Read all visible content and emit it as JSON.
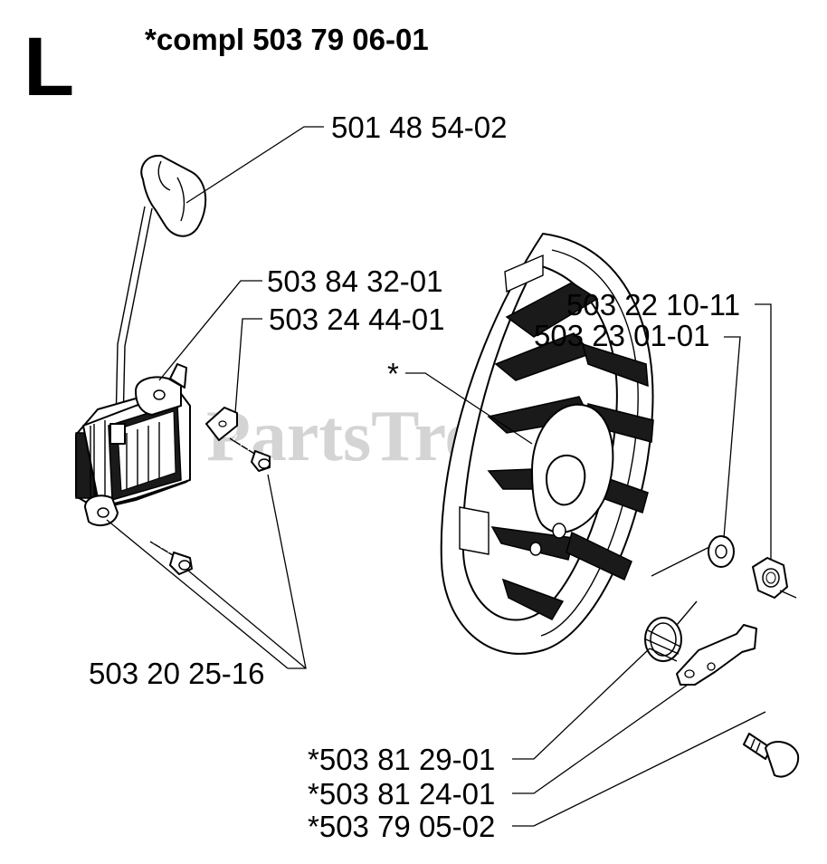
{
  "section_letter": "L",
  "kit_note": "*compl 503 79 06-01",
  "watermark": "PartsTree",
  "watermark_mark": "™",
  "labels": {
    "ignition_cap": "501 48 54-02",
    "ignition_module": "503 84 32-01",
    "terminal": "503 24 44-01",
    "screw": "503 20 25-16",
    "washer": "503 22 10-11",
    "nut": "503 23 01-01",
    "flywheel_star": "*",
    "spring": "*503 81 29-01",
    "pawl": "*503 81 24-01",
    "pin": "*503 79 05-02"
  }
}
